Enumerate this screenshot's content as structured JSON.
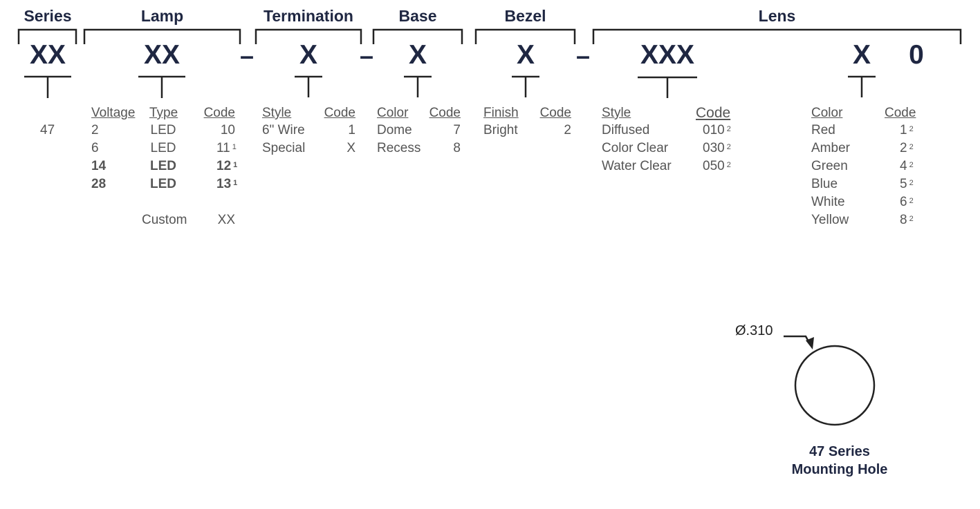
{
  "headers": {
    "series": "Series",
    "lamp": "Lamp",
    "termination": "Termination",
    "base": "Base",
    "bezel": "Bezel",
    "lens": "Lens"
  },
  "codes": {
    "series": "XX",
    "lamp": "XX",
    "termination": "X",
    "base": "X",
    "bezel": "X",
    "lens_style": "XXX",
    "lens_color": "X",
    "lens_fixed": "0",
    "dash": "–"
  },
  "series": {
    "value": "47"
  },
  "lamp": {
    "col_voltage": "Voltage",
    "col_type": "Type",
    "col_code": "Code",
    "rows": [
      {
        "voltage": "2",
        "type": "LED",
        "code": "10",
        "note": ""
      },
      {
        "voltage": "6",
        "type": "LED",
        "code": "11",
        "note": "1"
      },
      {
        "voltage": "14",
        "type": "LED",
        "code": "12",
        "note": "1"
      },
      {
        "voltage": "28",
        "type": "LED",
        "code": "13",
        "note": "1"
      }
    ],
    "custom": {
      "type": "Custom",
      "code": "XX"
    }
  },
  "termination": {
    "col_style": "Style",
    "col_code": "Code",
    "rows": [
      {
        "style": "6\" Wire",
        "code": "1"
      },
      {
        "style": "Special",
        "code": "X"
      }
    ]
  },
  "base": {
    "col_color": "Color",
    "col_code": "Code",
    "rows": [
      {
        "color": "Dome",
        "code": "7"
      },
      {
        "color": "Recess",
        "code": "8"
      }
    ]
  },
  "bezel": {
    "col_finish": "Finish",
    "col_code": "Code",
    "rows": [
      {
        "finish": "Bright",
        "code": "2"
      }
    ]
  },
  "lens_style": {
    "col_style": "Style",
    "col_code": "Code",
    "rows": [
      {
        "style": "Diffused",
        "code": "010",
        "note": "2"
      },
      {
        "style": "Color Clear",
        "code": "030",
        "note": "2"
      },
      {
        "style": "Water Clear",
        "code": "050",
        "note": "2"
      }
    ]
  },
  "lens_color": {
    "col_color": "Color",
    "col_code": "Code",
    "rows": [
      {
        "color": "Red",
        "code": "1",
        "note": "2"
      },
      {
        "color": "Amber",
        "code": "2",
        "note": "2"
      },
      {
        "color": "Green",
        "code": "4",
        "note": "2"
      },
      {
        "color": "Blue",
        "code": "5",
        "note": "2"
      },
      {
        "color": "White",
        "code": "6",
        "note": "2"
      },
      {
        "color": "Yellow",
        "code": "8",
        "note": "2"
      }
    ]
  },
  "mounting": {
    "dimension": "Ø.310",
    "caption_line1": "47 Series",
    "caption_line2": "Mounting Hole"
  },
  "colors": {
    "heading": "#1f2742",
    "text": "#555555",
    "line": "#222222"
  }
}
